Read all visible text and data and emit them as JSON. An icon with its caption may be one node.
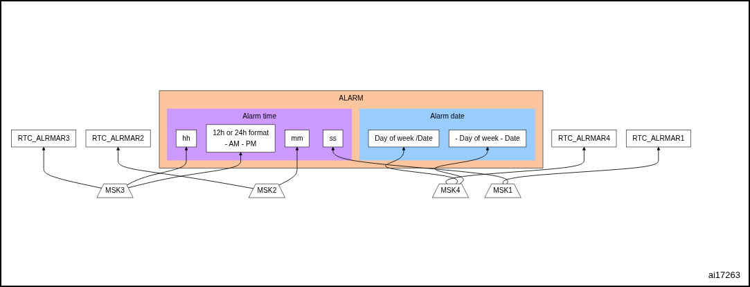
{
  "diagram": {
    "nodes": [
      {
        "text": [
          "ALARM"
        ]
      },
      {
        "text": [
          "Alarm date"
        ],
        "in": 0
      },
      {
        "text": [
          "- Day of week - Date"
        ],
        "in": 1
      },
      {
        "text": [
          "Day of week /Date"
        ],
        "in": 1
      },
      {
        "text": [
          "Alarm time"
        ],
        "in": 0
      },
      {
        "text": [
          "12h or 24h format",
          "- AM - PM"
        ],
        "in": 4
      },
      {
        "text": [
          "hh"
        ],
        "in": 4
      },
      {
        "text": [
          "mm"
        ],
        "in": 4
      },
      {
        "text": [
          "ss"
        ],
        "in": 4
      },
      {
        "text": [
          "MSK4"
        ]
      },
      {
        "text": [
          "MSK3"
        ]
      },
      {
        "text": [
          "MSK2"
        ]
      },
      {
        "text": [
          "MSK1"
        ]
      },
      {
        "text": [
          "RTC_ALRMAR4"
        ]
      },
      {
        "text": [
          "RTC_ALRMAR3"
        ]
      },
      {
        "text": [
          "RTC_ALRMAR2"
        ]
      },
      {
        "text": [
          "RTC_ALRMAR1"
        ]
      }
    ],
    "edges": [
      {
        "from": 9,
        "to": 2,
        "arrow": "to"
      },
      {
        "from": 9,
        "to": 3,
        "arrow": "to"
      },
      {
        "from": 9,
        "to": 13,
        "arrow": "to"
      },
      {
        "from": 10,
        "to": 5,
        "arrow": "to"
      },
      {
        "from": 10,
        "to": 6,
        "arrow": "to"
      },
      {
        "from": 10,
        "to": 14,
        "arrow": "to"
      },
      {
        "from": 11,
        "to": 7,
        "arrow": "to"
      },
      {
        "from": 11,
        "to": 15,
        "arrow": "to"
      },
      {
        "from": 12,
        "to": 8,
        "arrow": "to"
      },
      {
        "from": 12,
        "to": 16,
        "arrow": "to"
      }
    ],
    "labels": [
      "ai17263"
    ]
  }
}
